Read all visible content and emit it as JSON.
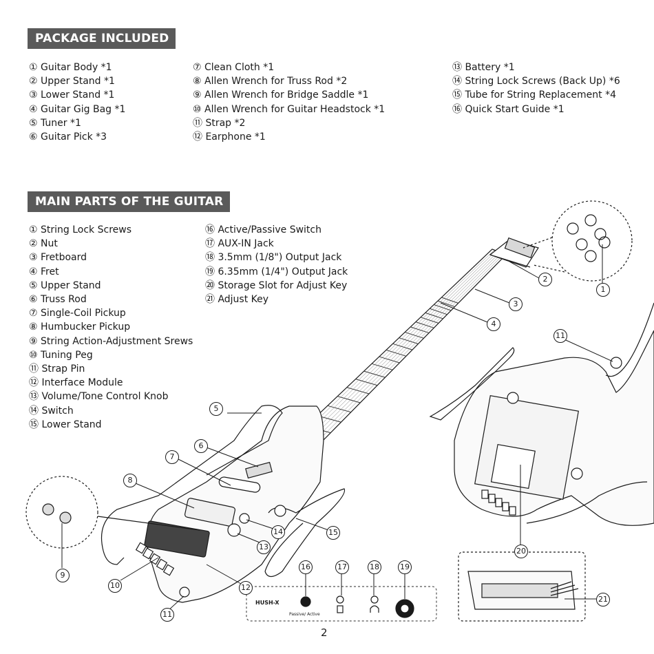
{
  "package_section": {
    "title": "PACKAGE INCLUDED",
    "items": [
      "① Guitar Body *1",
      "② Upper Stand *1",
      "③ Lower Stand *1",
      "④ Guitar Gig Bag *1",
      "⑤ Tuner *1",
      "⑥ Guitar Pick *3",
      "⑦ Clean Cloth *1",
      "⑧ Allen Wrench for Truss Rod *2",
      "⑨ Allen Wrench for Bridge Saddle *1",
      "⑩ Allen Wrench for Guitar Headstock *1",
      "⑪ Strap *2",
      "⑫ Earphone *1",
      "⑬ Battery *1",
      "⑭ String Lock Screws (Back Up) *6",
      "⑮ Tube for String Replacement *4",
      "⑯ Quick Start Guide *1"
    ]
  },
  "parts_section": {
    "title": "MAIN PARTS OF THE GUITAR",
    "items": [
      "① String Lock Screws",
      "② Nut",
      "③ Fretboard",
      "④ Fret",
      "⑤ Upper Stand",
      "⑥ Truss Rod",
      "⑦ Single-Coil Pickup",
      "⑧ Humbucker Pickup",
      "⑨ String Action-Adjustment Srews",
      "⑩ Tuning Peg",
      "⑪ Strap Pin",
      "⑫ Interface Module",
      "⑬ Volume/Tone Control Knob",
      "⑭ Switch",
      "⑮ Lower Stand",
      "⑯ Active/Passive Switch",
      "⑰ AUX-IN Jack",
      "⑱ 3.5mm (1/8\") Output Jack",
      "⑲ 6.35mm  (1/4\") Output Jack",
      "⑳ Storage Slot for Adjust Key",
      "㉑ Adjust Key"
    ]
  },
  "diagram": {
    "callouts": [
      "1",
      "2",
      "3",
      "4",
      "5",
      "6",
      "7",
      "8",
      "9",
      "10",
      "11",
      "11",
      "12",
      "13",
      "14",
      "15",
      "16",
      "17",
      "18",
      "19",
      "20",
      "21"
    ],
    "panel_brand": "HUSH-X",
    "panel_switch_label": "Passive/ Active",
    "line_color": "#1a1a1a",
    "panel_border_color": "#555555"
  },
  "page": {
    "number": "2"
  }
}
